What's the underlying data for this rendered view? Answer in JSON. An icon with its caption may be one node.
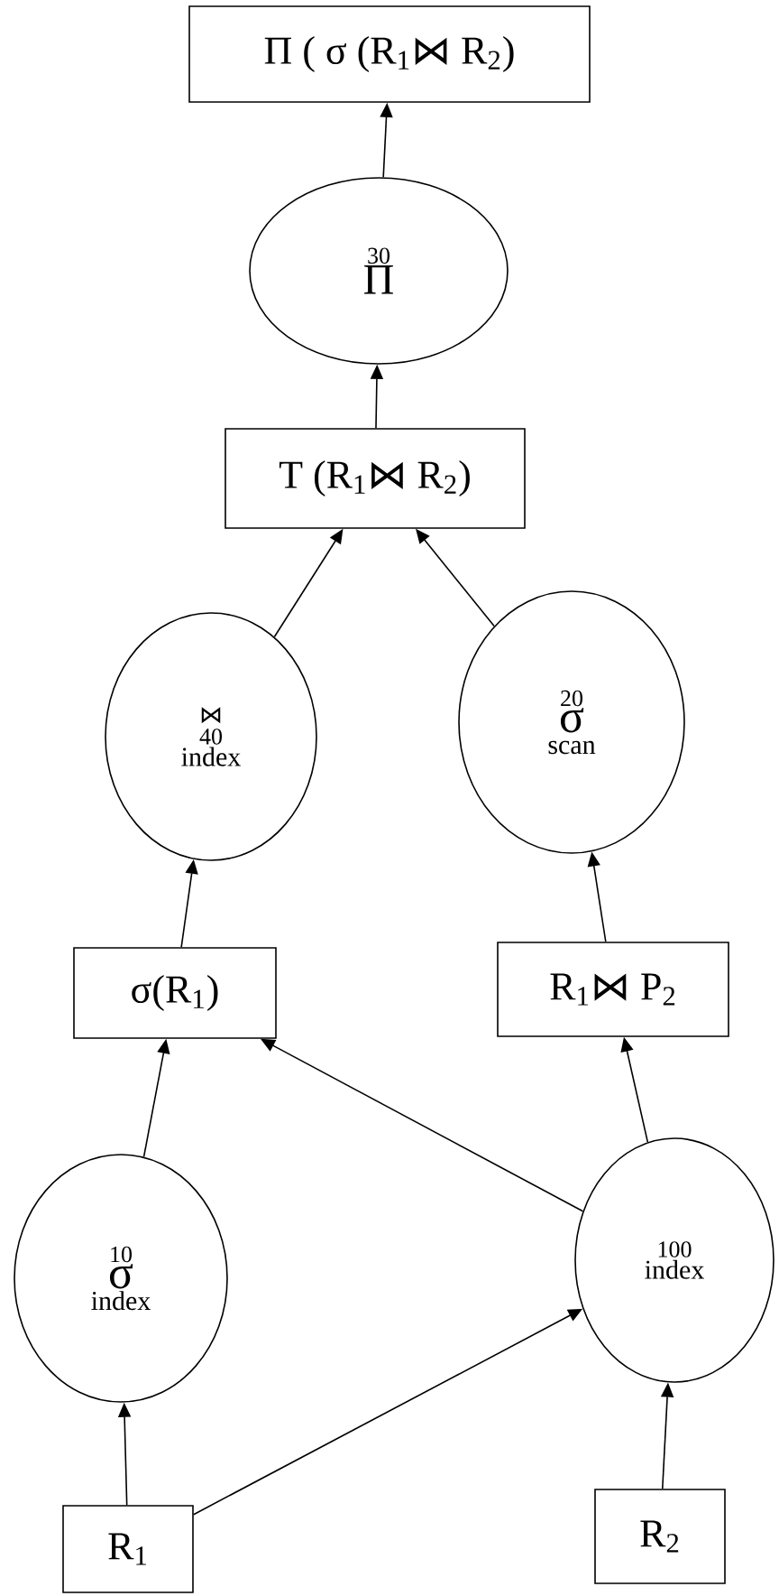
{
  "diagram": {
    "nodes": [
      {
        "text": [
          "Π ( σ (R$_{1}$⋈ R$_{2}$)"
        ]
      },
      {
        "text": [
          "30",
          "Π"
        ]
      },
      {
        "text": [
          "T (R$_{1}$⋈ R$_{2}$)"
        ]
      },
      {
        "text": [
          "⋈",
          "40",
          "index"
        ]
      },
      {
        "text": [
          "20",
          "σ",
          "scan"
        ]
      },
      {
        "text": [
          "σ(R$_{1}$)"
        ]
      },
      {
        "text": [
          "R$_{1}$⋈ P$_{2}$"
        ]
      },
      {
        "text": [
          "10",
          "σ",
          "index"
        ]
      },
      {
        "text": [
          "100",
          "index"
        ]
      },
      {
        "text": [
          "R$_{1}$"
        ]
      },
      {
        "text": [
          "R$_{2}$"
        ]
      }
    ],
    "edges": [
      {
        "from": 1,
        "to": 0,
        "arrow": "to"
      },
      {
        "from": 2,
        "to": 1,
        "arrow": "to"
      },
      {
        "from": 3,
        "to": 2,
        "arrow": "to"
      },
      {
        "from": 4,
        "to": 2,
        "arrow": "to"
      },
      {
        "from": 5,
        "to": 3,
        "arrow": "to"
      },
      {
        "from": 6,
        "to": 4,
        "arrow": "to"
      },
      {
        "from": 7,
        "to": 5,
        "arrow": "to"
      },
      {
        "from": 8,
        "to": 5,
        "arrow": "to"
      },
      {
        "from": 8,
        "to": 6,
        "arrow": "to"
      },
      {
        "from": 9,
        "to": 7,
        "arrow": "to"
      },
      {
        "from": 9,
        "to": 8,
        "arrow": "to"
      },
      {
        "from": 10,
        "to": 8,
        "arrow": "to"
      }
    ]
  }
}
